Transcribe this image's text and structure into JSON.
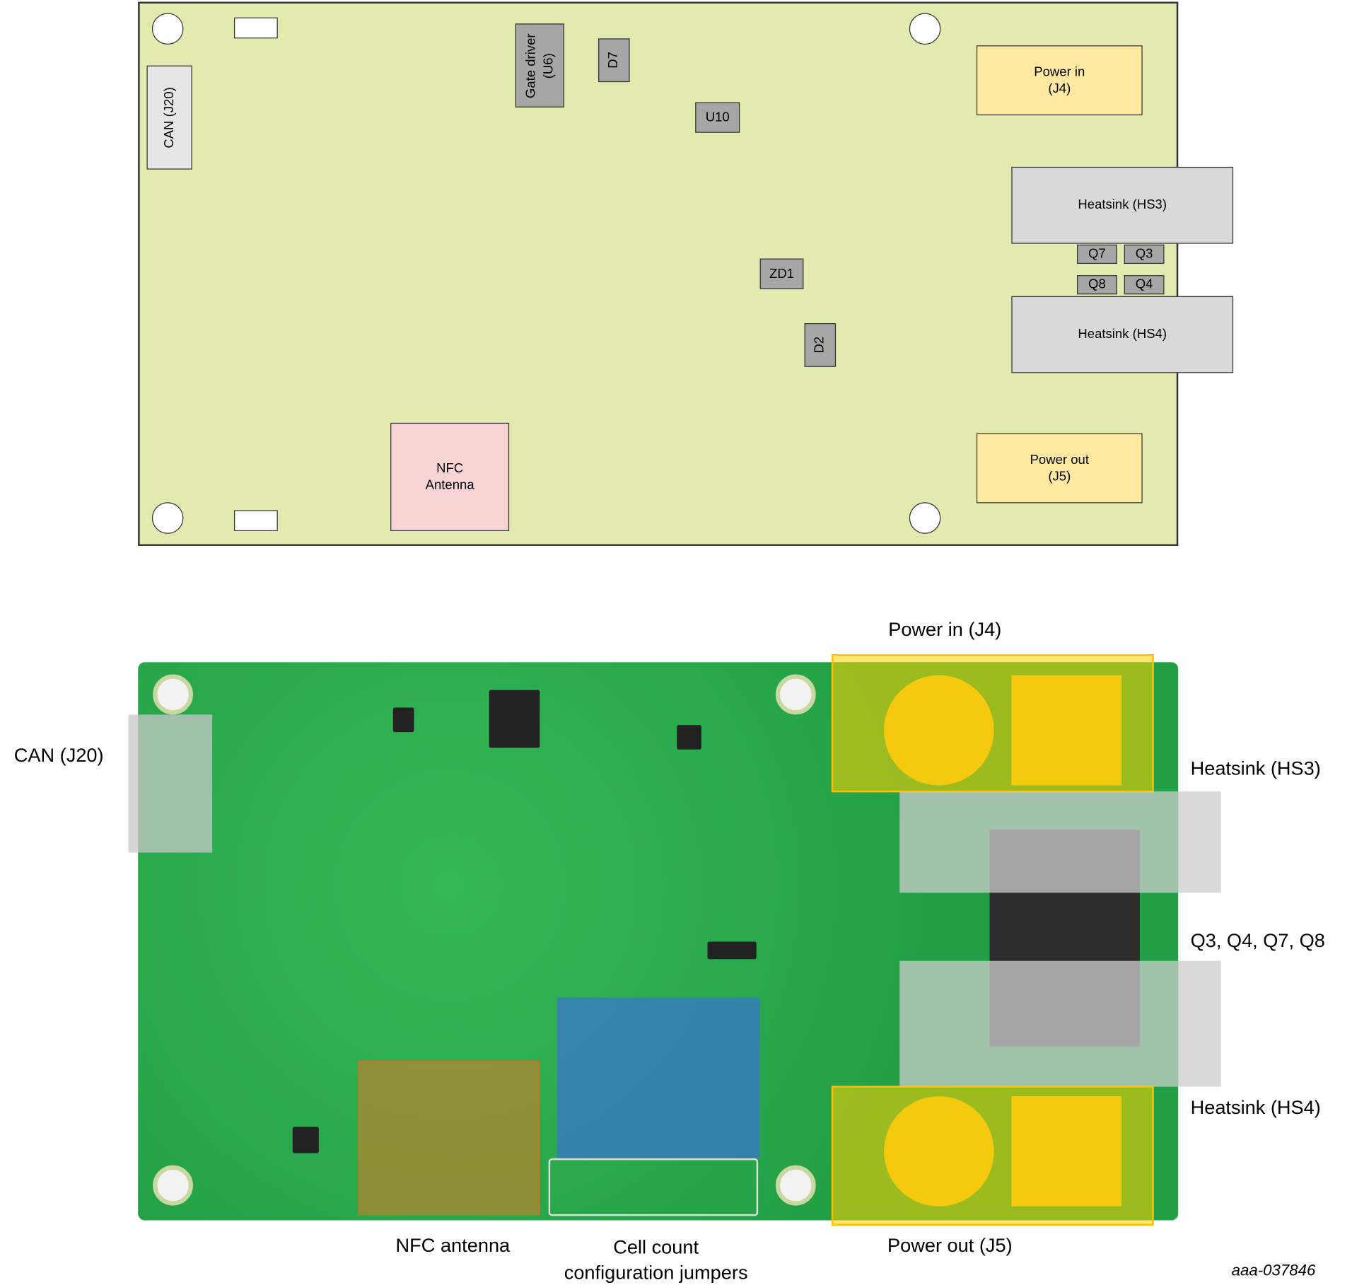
{
  "top_diagram": {
    "can": "CAN (J20)",
    "gate_driver": "Gate driver (U6)",
    "gate_driver_line1": "Gate driver",
    "gate_driver_line2": "(U6)",
    "d7": "D7",
    "u10": "U10",
    "power_in_line1": "Power in",
    "power_in_line2": "(J4)",
    "hs3": "Heatsink (HS3)",
    "q7": "Q7",
    "q3": "Q3",
    "q8": "Q8",
    "q4": "Q4",
    "hs4": "Heatsink (HS4)",
    "zd1": "ZD1",
    "d2": "D2",
    "nfc_line1": "NFC",
    "nfc_line2": "Antenna",
    "power_out_line1": "Power out",
    "power_out_line2": "(J5)"
  },
  "photo_labels": {
    "power_in": "Power in (J4)",
    "can": "CAN (J20)",
    "hs3": "Heatsink (HS3)",
    "mosfets": "Q3, Q4, Q7, Q8",
    "hs4": "Heatsink (HS4)",
    "nfc": "NFC antenna",
    "cell_count_line1": "Cell count",
    "cell_count_line2": "configuration jumpers",
    "power_out": "Power out (J5)"
  },
  "figure_id": "aaa-037846",
  "colors": {
    "board": "#e3eaaf",
    "pcb": "#23a046",
    "highlight_yellow": "#ffc000",
    "highlight_blue": "#3c6edc",
    "highlight_orange": "#e27828"
  }
}
